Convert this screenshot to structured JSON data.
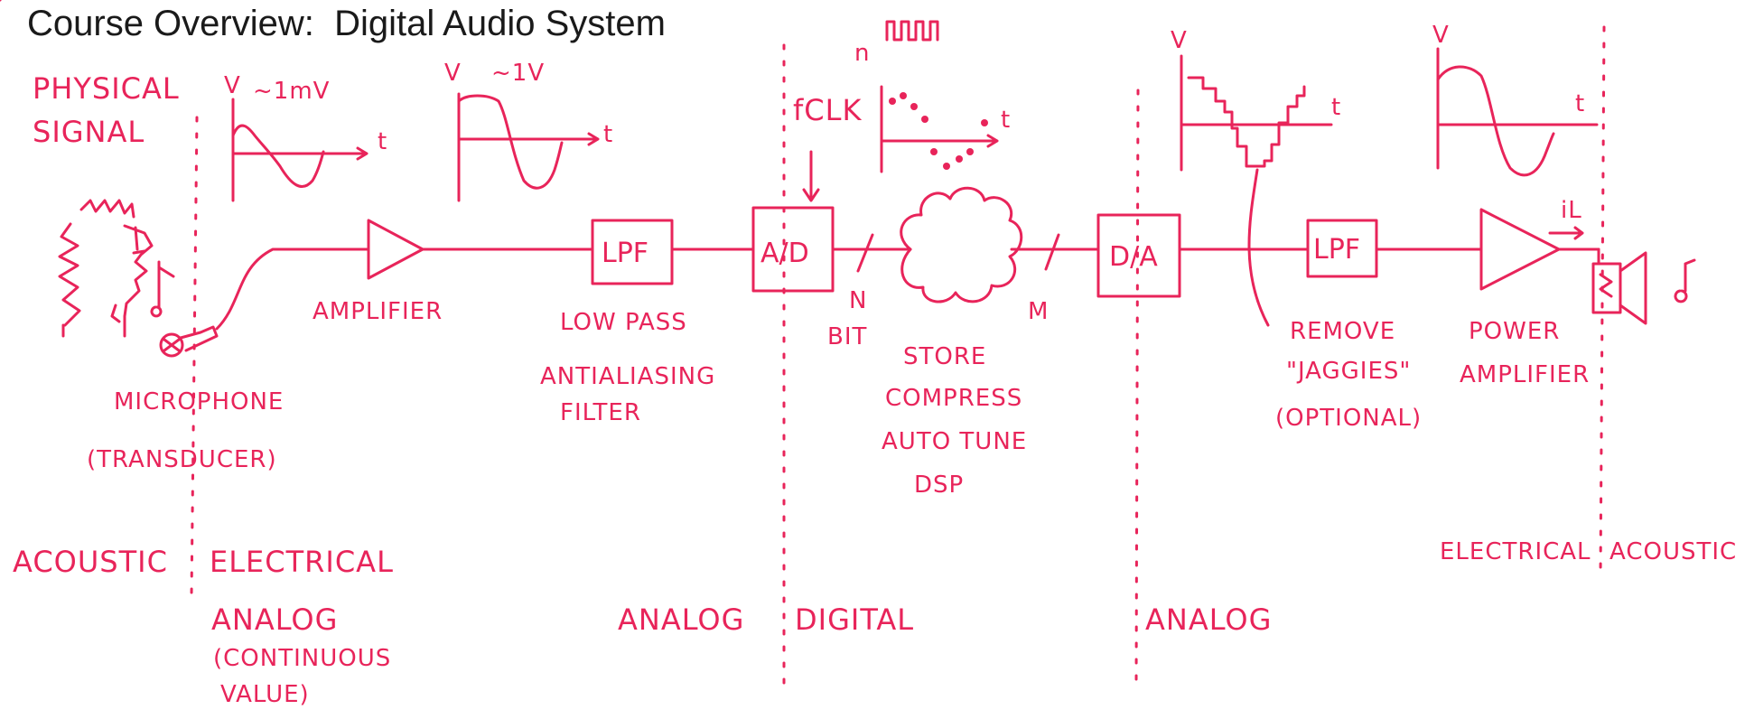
{
  "title": "Course Overview:  Digital Audio System",
  "signal": {
    "label_line1": "PHYSICAL",
    "label_line2": "SIGNAL"
  },
  "plots": {
    "mic": {
      "v": "V",
      "amp": "~1mV",
      "t": "t"
    },
    "amp": {
      "v": "V",
      "amp": "~1V",
      "t": "t"
    },
    "digital": {
      "n": "n",
      "t": "t"
    },
    "dac": {
      "v": "V",
      "t": "t"
    },
    "out": {
      "v": "V",
      "t": "t"
    }
  },
  "clock_label": "fCLK",
  "blocks": {
    "lpf1": "LPF",
    "adc": "A/D",
    "dac": "D/A",
    "lpf2": "LPF"
  },
  "bus": {
    "n": "N",
    "bit": "BIT",
    "m": "M"
  },
  "captions": {
    "microphone": [
      "MICROPHONE",
      "(TRANSDUCER)"
    ],
    "amplifier": "AMPLIFIER",
    "lpf": [
      "LOW PASS",
      "ANTIALIASING",
      "FILTER"
    ],
    "dsp": [
      "STORE",
      "COMPRESS",
      "AUTO TUNE",
      "DSP"
    ],
    "remove": [
      "REMOVE",
      "\"JAGGIES\"",
      "(OPTIONAL)"
    ],
    "power": [
      "POWER",
      "AMPLIFIER"
    ],
    "il": "iL"
  },
  "domains": {
    "acoustic_left": "ACOUSTIC",
    "electrical_left": "ELECTRICAL",
    "analog_left": [
      "ANALOG",
      "(CONTINUOUS",
      "VALUE)"
    ],
    "analog_mid": "ANALOG",
    "digital": "DIGITAL",
    "analog_right": "ANALOG",
    "electrical_right": "ELECTRICAL",
    "acoustic_right": "ACOUSTIC"
  }
}
